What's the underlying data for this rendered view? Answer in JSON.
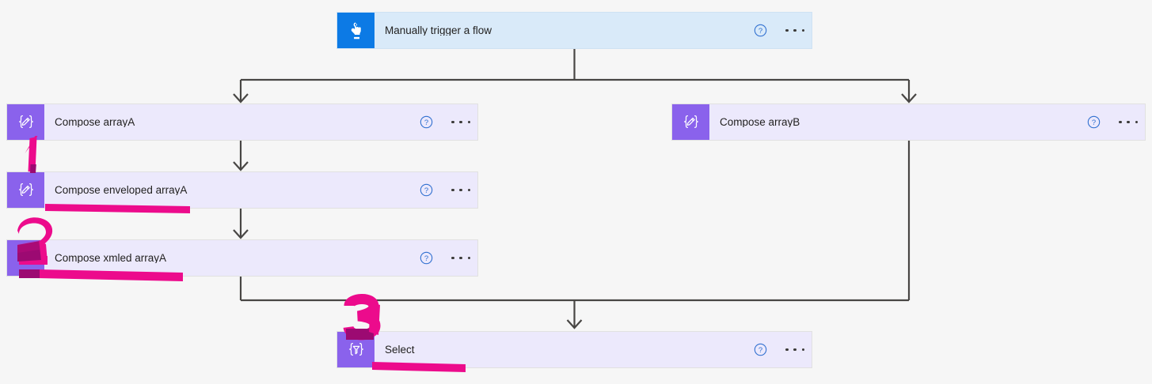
{
  "canvas": {
    "background_color": "#f6f6f6",
    "connector_color": "#484644"
  },
  "palette": {
    "trigger_icon_bg": "#0c7ae5",
    "trigger_card_bg": "#d9eaf9",
    "action_icon_bg": "#8a62ec",
    "action_card_bg": "#ece9fc",
    "card_border": "#e1e1e1",
    "help_icon_color": "#2f6fd0",
    "ellipsis_color": "#3b3a39",
    "annotation_pink": "#ec0b8c",
    "annotation_pink_dark": "#9c0a72",
    "title_text": "#201f1e"
  },
  "nodes": [
    {
      "id": "trigger",
      "title": "Manually trigger a flow",
      "icon": "hand-tap-icon",
      "kind": "trigger",
      "help_label": "?",
      "menu_label": "More commands"
    },
    {
      "id": "compose-a",
      "title": "Compose arrayA",
      "icon": "compose-icon",
      "kind": "action",
      "help_label": "?",
      "menu_label": "More commands"
    },
    {
      "id": "compose-enveloped-a",
      "title": "Compose enveloped arrayA",
      "icon": "compose-icon",
      "kind": "action",
      "help_label": "?",
      "menu_label": "More commands"
    },
    {
      "id": "compose-xmled-a",
      "title": "Compose xmled arrayA",
      "icon": "compose-icon",
      "kind": "action",
      "help_label": "?",
      "menu_label": "More commands"
    },
    {
      "id": "compose-b",
      "title": "Compose arrayB",
      "icon": "compose-icon",
      "kind": "action",
      "help_label": "?",
      "menu_label": "More commands"
    },
    {
      "id": "select",
      "title": "Select",
      "icon": "select-filter-icon",
      "kind": "action",
      "help_label": "?",
      "menu_label": "More commands"
    }
  ],
  "annotations": [
    {
      "id": "mark-1",
      "text": "1",
      "kind": "handwritten-number"
    },
    {
      "id": "mark-2",
      "text": "2",
      "kind": "handwritten-number"
    },
    {
      "id": "mark-3",
      "text": "3",
      "kind": "handwritten-number"
    },
    {
      "id": "underline-enveloped",
      "kind": "highlighter-underline"
    },
    {
      "id": "underline-xmled",
      "kind": "highlighter-underline"
    },
    {
      "id": "underline-select",
      "kind": "highlighter-underline"
    }
  ]
}
